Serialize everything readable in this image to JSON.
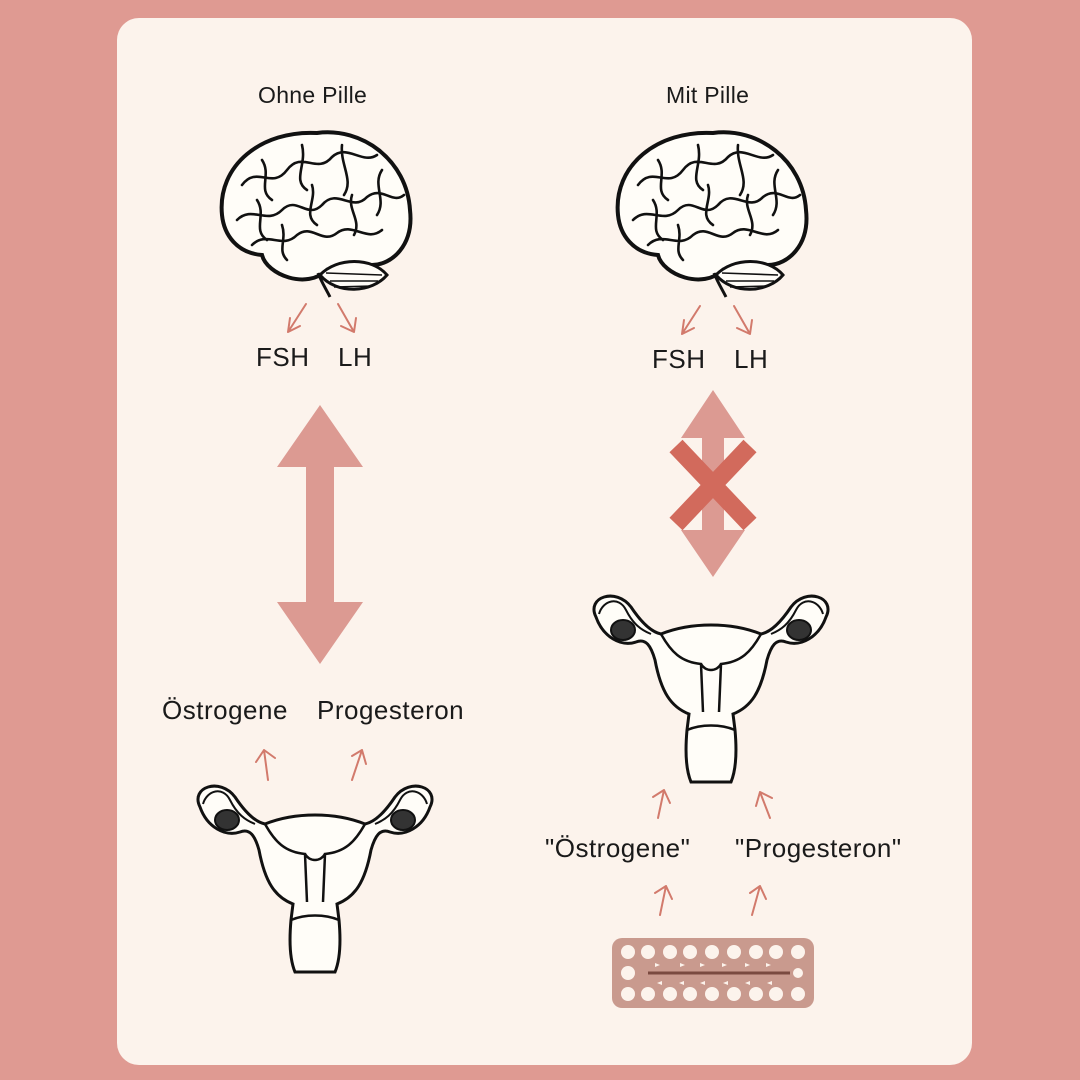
{
  "left": {
    "title": "Ohne Pille",
    "brain_hormones": [
      "FSH",
      "LH"
    ],
    "ovary_hormones": [
      "Östrogene",
      "Progesteron"
    ]
  },
  "right": {
    "title": "Mit Pille",
    "brain_hormones": [
      "FSH",
      "LH"
    ],
    "pill_hormones": [
      "\"Östrogene\"",
      "\"Progesteron\""
    ]
  },
  "colors": {
    "page_background": "#df9a92",
    "card_background": "#fcf3ec",
    "arrow": "#dc9a92",
    "small_arrow": "#d27a6c",
    "cross": "#d26a5c",
    "pill_pack": "#c99a8e"
  },
  "icons": {
    "brain": "brain-icon",
    "uterus": "uterus-icon",
    "pill_pack": "pill-pack-icon",
    "blocked": "cross-icon"
  }
}
